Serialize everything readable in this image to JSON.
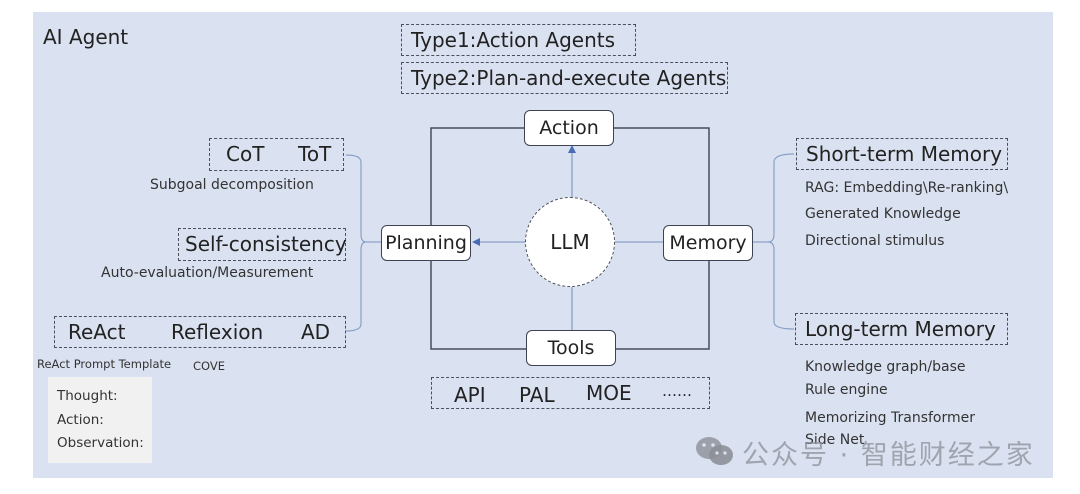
{
  "title": "AI Agent",
  "agent_types": [
    "Type1:Action Agents",
    "Type2:Plan-and-execute Agents"
  ],
  "center": {
    "label": "LLM"
  },
  "nodes": {
    "action": "Action",
    "planning": "Planning",
    "memory": "Memory",
    "tools": "Tools"
  },
  "planning": {
    "groups": [
      {
        "items": [
          "CoT",
          "ToT"
        ],
        "caption": "Subgoal decomposition"
      },
      {
        "items": [
          "Self-consistency"
        ],
        "caption": "Auto-evaluation/Measurement"
      },
      {
        "items": [
          "ReAct",
          "Reflexion",
          "AD"
        ],
        "captions": [
          "ReAct Prompt Template",
          "COVE"
        ]
      }
    ],
    "react_template": [
      "Thought:",
      "Action:",
      "Observation:"
    ]
  },
  "memory": {
    "short_term": {
      "label": "Short-term Memory",
      "items": [
        "RAG: Embedding\\Re-ranking\\",
        "Generated Knowledge",
        "Directional stimulus"
      ]
    },
    "long_term": {
      "label": "Long-term Memory",
      "items": [
        "Knowledge graph/base",
        "Rule engine",
        "Memorizing Transformer",
        "Side Net"
      ]
    }
  },
  "tools": {
    "items": [
      "API",
      "PAL",
      "MOE",
      "……"
    ]
  },
  "watermark": {
    "icon": "wechat-icon",
    "text": "公众号 · 智能财经之家"
  },
  "colors": {
    "panel_bg": "#dae2f1",
    "node_border": "#3d4350",
    "connector": "#8aa0c8",
    "arrow": "#4a6cb5",
    "template_bg": "#f1f1f1"
  }
}
